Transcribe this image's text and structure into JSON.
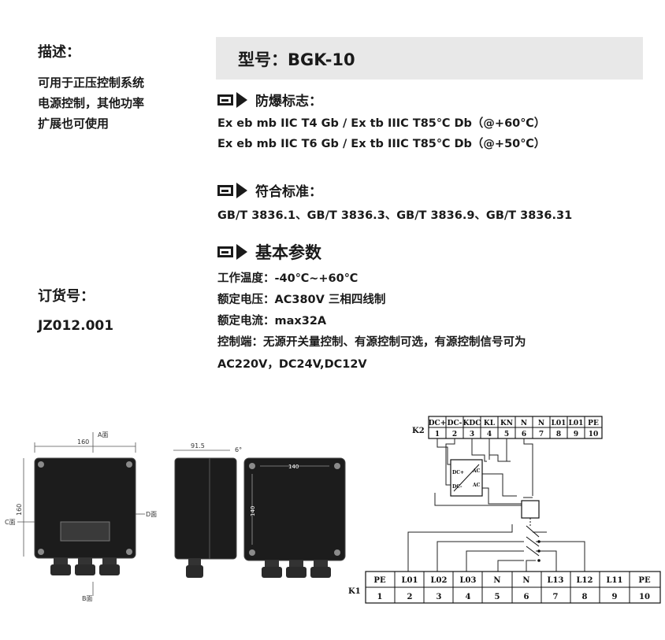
{
  "left": {
    "desc_label": "描述：",
    "desc_lines": [
      "可用于正压控制系统",
      "电源控制，其他功率",
      "扩展也可使用"
    ],
    "order_label": "订货号：",
    "order_number": "JZ012.001"
  },
  "model": {
    "text": "型号：BGK-10"
  },
  "ex_mark": {
    "heading": "防爆标志：",
    "lines": [
      "Ex eb mb IIC T4 Gb / Ex tb IIIC T85℃ Db（@+60℃）",
      "Ex eb mb IIC T6 Gb / Ex tb IIIC T85℃ Db（@+50℃）"
    ]
  },
  "standards": {
    "heading": "符合标准：",
    "line": "GB/T 3836.1、GB/T 3836.3、GB/T 3836.9、GB/T 3836.31"
  },
  "params": {
    "heading": "基本参数",
    "lines": [
      "工作温度：-40℃~+60℃",
      "额定电压：AC380V 三相四线制",
      "额定电流：max32A",
      "控制端：无源开关量控制、有源控制可选，有源控制信号可为",
      "AC220V，DC24V,DC12V"
    ]
  },
  "drawing": {
    "front": {
      "width_dim": "160",
      "height_dim": "160",
      "label_a": "A面",
      "label_b": "B面",
      "label_c": "C面",
      "label_d": "D面"
    },
    "side": {
      "width_dim": "91.5",
      "angle_dim": "6°"
    },
    "back": {
      "width_dim": "140",
      "height_dim": "140"
    }
  },
  "wiring": {
    "k2_label": "K2",
    "k2_terms": [
      "DC+",
      "DC-",
      "KDC",
      "KL",
      "KN",
      "N",
      "N",
      "L01",
      "L01",
      "PE"
    ],
    "k2_nums": [
      "1",
      "2",
      "3",
      "4",
      "5",
      "6",
      "7",
      "8",
      "9",
      "10"
    ],
    "converter": {
      "dc_plus": "DC+",
      "dc_minus": "DC-",
      "ac1": "AC",
      "ac2": "AC"
    },
    "k1_label": "K1",
    "k1_terms": [
      "PE",
      "L01",
      "L02",
      "L03",
      "N",
      "N",
      "L13",
      "L12",
      "L11",
      "PE"
    ],
    "k1_nums": [
      "1",
      "2",
      "3",
      "4",
      "5",
      "6",
      "7",
      "8",
      "9",
      "10"
    ]
  }
}
